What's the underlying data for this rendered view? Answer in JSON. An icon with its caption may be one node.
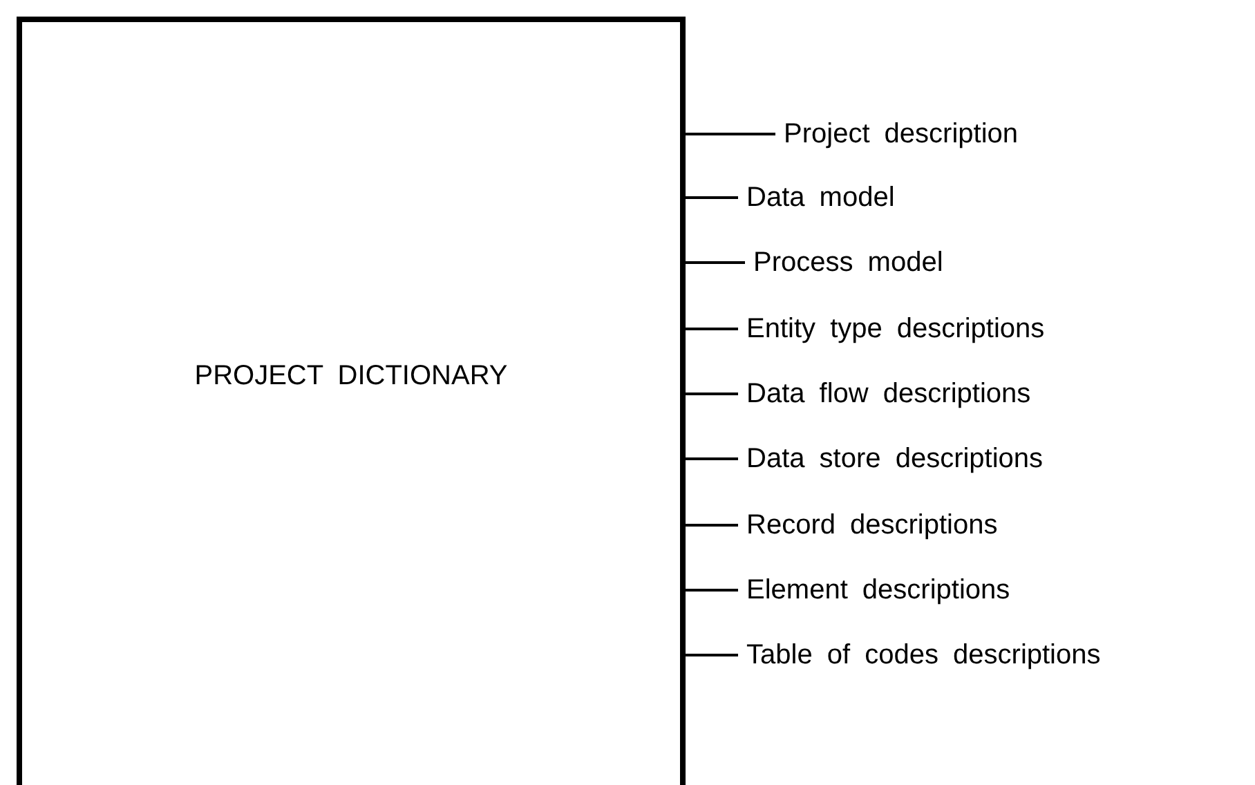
{
  "diagram": {
    "nodes": [
      {
        "text": [
          "PROJECT DICTIONARY"
        ]
      },
      {
        "text": [
          "Project description"
        ]
      },
      {
        "text": [
          "Data model"
        ]
      },
      {
        "text": [
          "Process model"
        ]
      },
      {
        "text": [
          "Entity type descriptions"
        ]
      },
      {
        "text": [
          "Data flow descriptions"
        ]
      },
      {
        "text": [
          "Data store descriptions"
        ]
      },
      {
        "text": [
          "Record descriptions"
        ]
      },
      {
        "text": [
          "Element descriptions"
        ]
      },
      {
        "text": [
          "Table of codes descriptions"
        ]
      }
    ],
    "edges": [
      {
        "from": 0,
        "to": 1,
        "arrow": "none"
      },
      {
        "from": 0,
        "to": 2,
        "arrow": "none"
      },
      {
        "from": 0,
        "to": 3,
        "arrow": "none"
      },
      {
        "from": 0,
        "to": 4,
        "arrow": "none"
      },
      {
        "from": 0,
        "to": 5,
        "arrow": "none"
      },
      {
        "from": 0,
        "to": 6,
        "arrow": "none"
      },
      {
        "from": 0,
        "to": 7,
        "arrow": "none"
      },
      {
        "from": 0,
        "to": 8,
        "arrow": "none"
      },
      {
        "from": 0,
        "to": 9,
        "arrow": "none"
      }
    ]
  }
}
